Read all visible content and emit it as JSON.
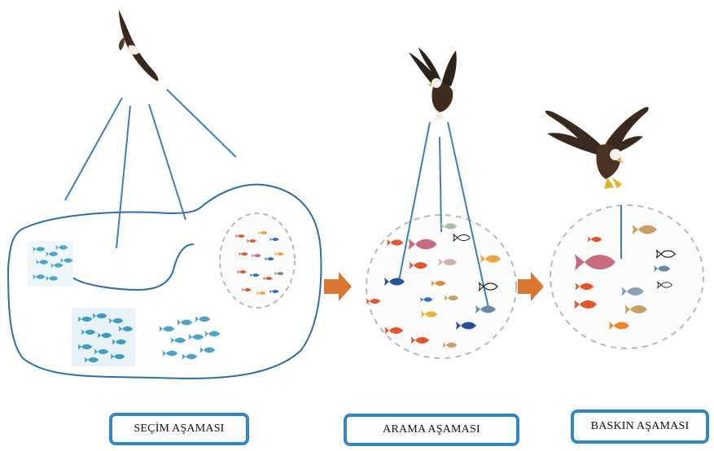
{
  "stages": [
    {
      "id": "selection",
      "label": "SEÇİM AŞAMASI"
    },
    {
      "id": "search",
      "label": "ARAMA AŞAMASI"
    },
    {
      "id": "attack",
      "label": "BASKIN AŞAMASI"
    }
  ],
  "colors": {
    "outline": "#2c6ea9",
    "sight_line": "#3b7fbf",
    "label_border": "#2f88c4",
    "arrow": "#d9772f",
    "dashed": "#b9b9b9"
  },
  "icons": [
    "eagle-icon",
    "fish-icon",
    "arrow-right-icon"
  ]
}
